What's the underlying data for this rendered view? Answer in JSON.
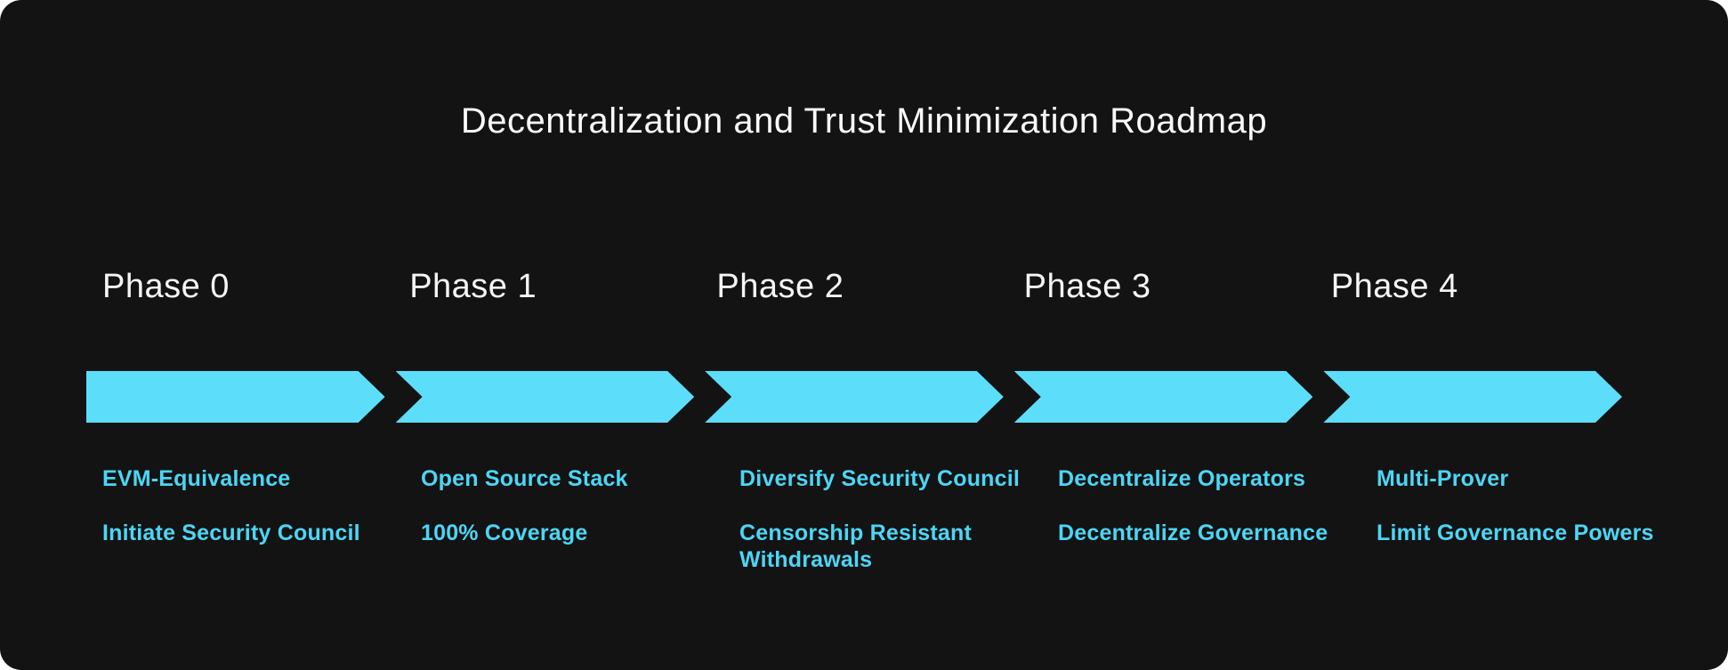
{
  "title": "Decentralization and Trust Minimization Roadmap",
  "colors": {
    "card_bg": "#131313",
    "page_bg": "#ffffff",
    "title_text": "#fafafa",
    "label_text": "#f5f5f5",
    "arrow_fill": "#5cdefb",
    "item_text": "#4cd6f5"
  },
  "phases": [
    {
      "label": "Phase 0",
      "items": [
        "EVM-Equivalence",
        "Initiate Security Council"
      ]
    },
    {
      "label": "Phase 1",
      "items": [
        "Open Source Stack",
        "100% Coverage"
      ]
    },
    {
      "label": "Phase 2",
      "items": [
        "Diversify Security Council",
        "Censorship Resistant Withdrawals"
      ]
    },
    {
      "label": "Phase 3",
      "items": [
        "Decentralize Operators",
        "Decentralize Governance"
      ]
    },
    {
      "label": "Phase 4",
      "items": [
        "Multi-Prover",
        "Limit Governance Powers"
      ]
    }
  ]
}
